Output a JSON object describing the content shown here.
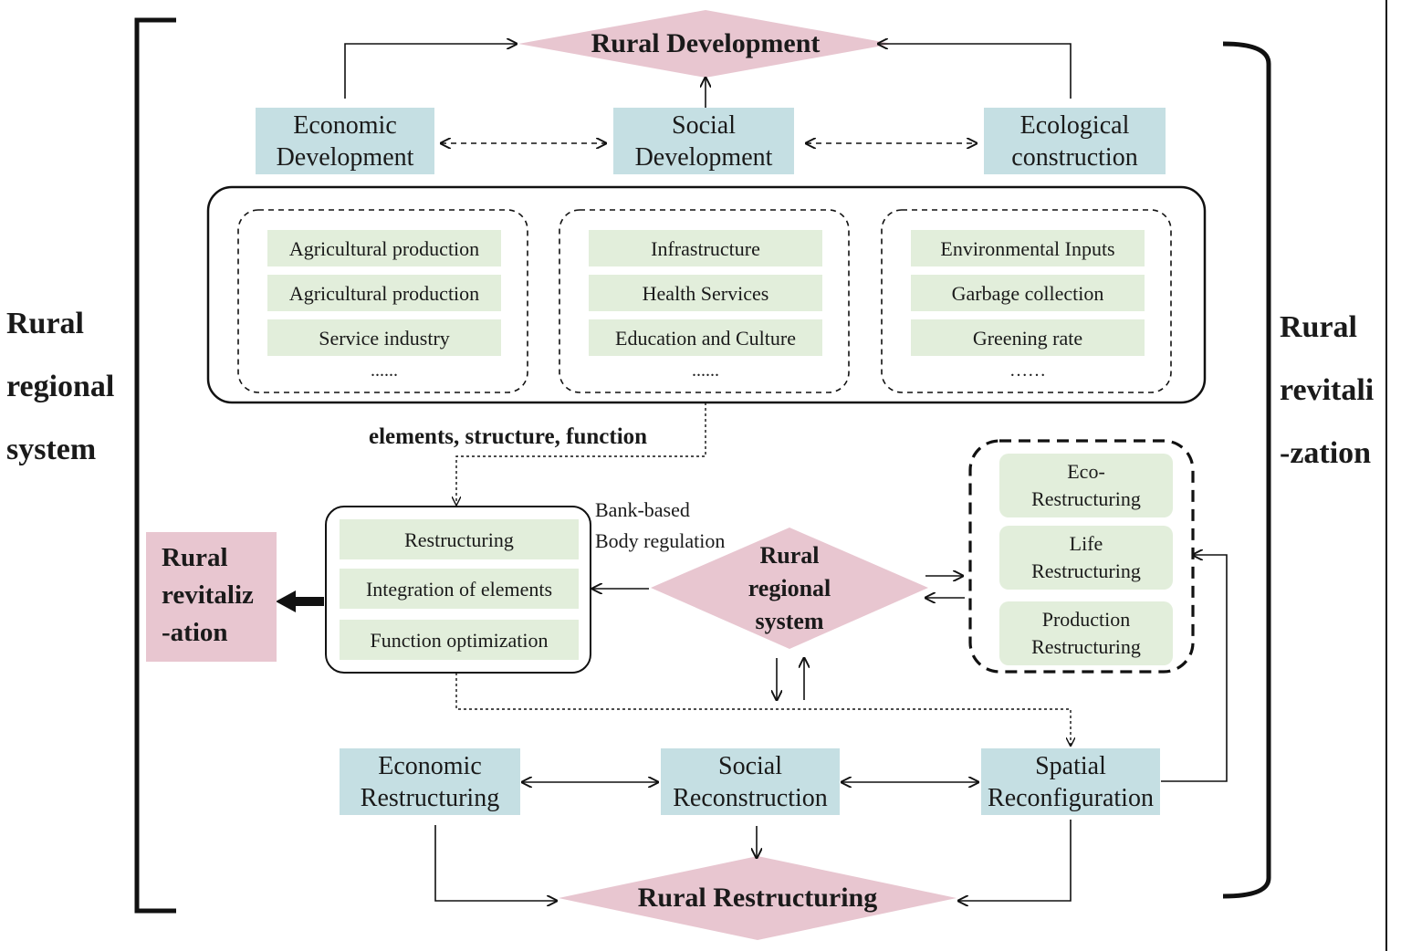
{
  "left_label": [
    "Rural",
    "regional",
    "system"
  ],
  "right_label": [
    "Rural",
    "revitali",
    "-zation"
  ],
  "top": {
    "goal": "Rural Development",
    "boxes": [
      [
        "Economic",
        "Development"
      ],
      [
        "Social",
        "Development"
      ],
      [
        "Ecological",
        "construction"
      ]
    ]
  },
  "indicator_groups": [
    {
      "items": [
        "Agricultural production",
        "Agricultural production",
        "Service industry"
      ],
      "more": "......"
    },
    {
      "items": [
        "Infrastructure",
        "Health Services",
        "Education and Culture"
      ],
      "more": "......"
    },
    {
      "items": [
        "Environmental Inputs",
        "Garbage collection",
        "Greening rate"
      ],
      "more": "……"
    }
  ],
  "link_label": "elements, structure, function",
  "regulation_label": [
    "Bank-based",
    "Body regulation"
  ],
  "regulation_box": [
    "Restructuring",
    "Integration of elements",
    "Function optimization"
  ],
  "outcome": [
    "Rural",
    "revitaliz",
    "-ation"
  ],
  "center": [
    "Rural",
    "regional",
    "system"
  ],
  "restructuring_types": [
    [
      "Eco-",
      "Restructuring"
    ],
    [
      "Life",
      "Restructuring"
    ],
    [
      "Production",
      "Restructuring"
    ]
  ],
  "bottom": {
    "boxes": [
      [
        "Economic",
        "Restructuring"
      ],
      [
        "Social",
        "Reconstruction"
      ],
      [
        "Spatial",
        "Reconfiguration"
      ]
    ],
    "goal": "Rural Restructuring"
  },
  "colors": {
    "blue_box": "#c5dfe3",
    "green_box": "#e2eedb",
    "pink": "#e8c6d0"
  }
}
